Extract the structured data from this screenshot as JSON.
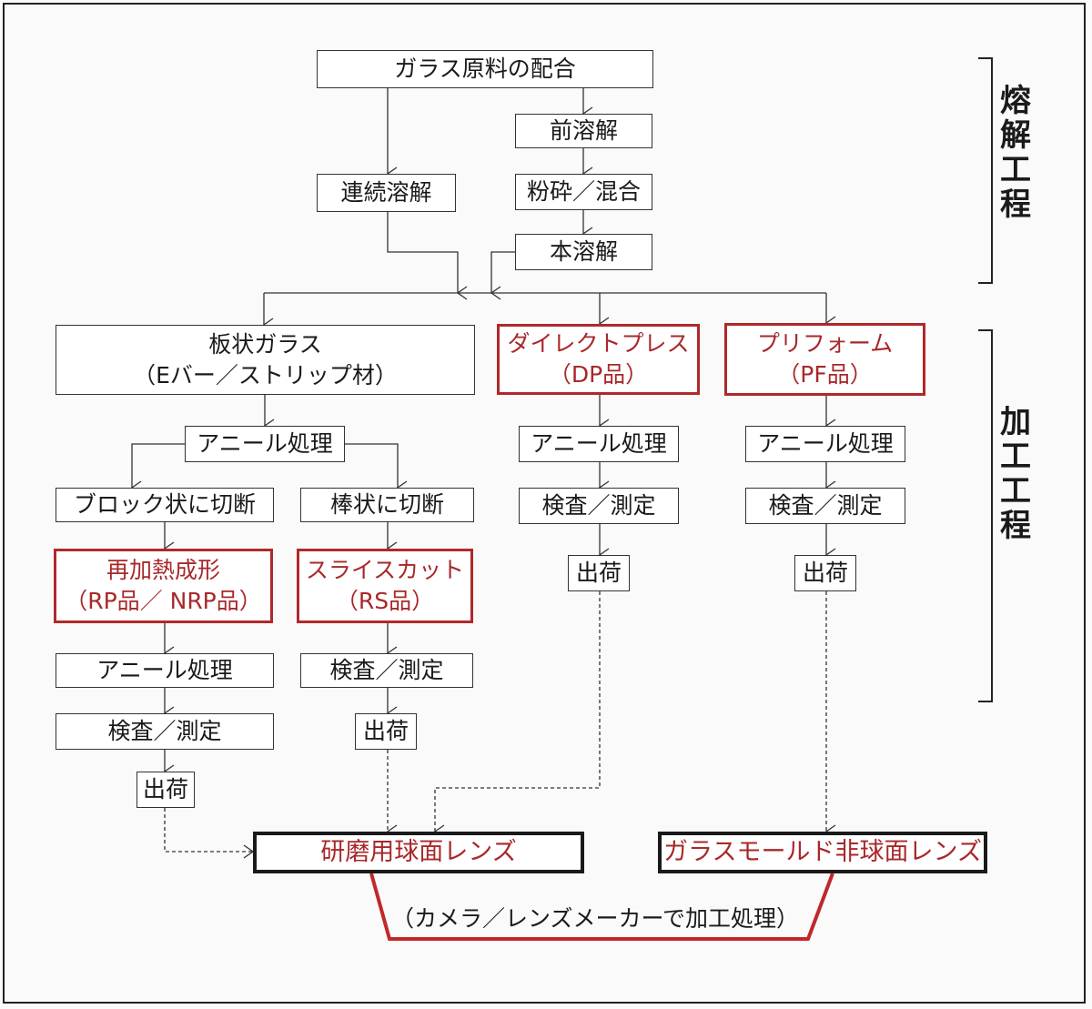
{
  "melting": {
    "stage_label": "熔解工程",
    "raw_material": "ガラス原料の配合",
    "pre_melt": "前溶解",
    "continuous_melt": "連続溶解",
    "crush_mix": "粉砕／混合",
    "main_melt": "本溶解"
  },
  "processing": {
    "stage_label": "加工工程",
    "plate_glass": {
      "line1": "板状ガラス",
      "line2": "（Eバー／ストリップ材）"
    },
    "direct_press": {
      "line1": "ダイレクトプレス",
      "line2": "（DP品）"
    },
    "preform": {
      "line1": "プリフォーム",
      "line2": "（PF品）"
    },
    "anneal": "アニール処理",
    "block_cut": "ブロック状に切断",
    "rod_cut": "棒状に切断",
    "inspect": "検査／測定",
    "ship": "出荷",
    "reheat": {
      "line1": "再加熱成形",
      "line2": "（RP品／ NRP品）"
    },
    "slice": {
      "line1": "スライスカット",
      "line2": "（RS品）"
    }
  },
  "outputs": {
    "spherical": "研磨用球面レンズ",
    "aspherical": "ガラスモールド非球面レンズ",
    "caption": "（カメラ／レンズメーカーで加工処理）"
  },
  "colors": {
    "accent_red": "#b0282a",
    "line": "#333333"
  }
}
